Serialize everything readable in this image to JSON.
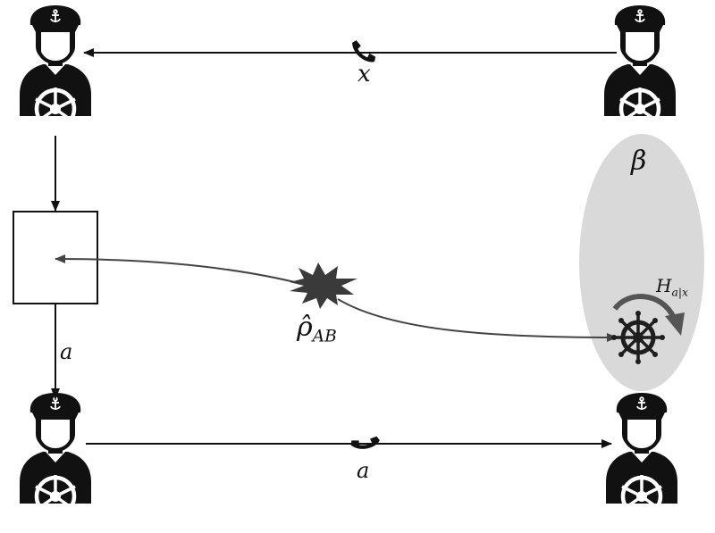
{
  "labels": {
    "x": "x",
    "a_top": "a",
    "a_bottom": "a",
    "beta": "β",
    "rho_main": "ρ̂",
    "rho_sub": "AB",
    "h_main": "H",
    "h_sub": "a|x"
  },
  "icons": {
    "agents": [
      "sailor-icon",
      "sailor-icon",
      "sailor-icon",
      "sailor-icon"
    ],
    "phones": [
      "phone-icon",
      "phone-icon"
    ],
    "source": "burst-icon",
    "device": "ship-wheel-icon"
  },
  "colors": {
    "ink": "#111111",
    "ellipse": "#d9d9d9",
    "burst": "#3a3a3a",
    "wheel": "#1e1e1e",
    "rotation_arrow": "#555555"
  }
}
